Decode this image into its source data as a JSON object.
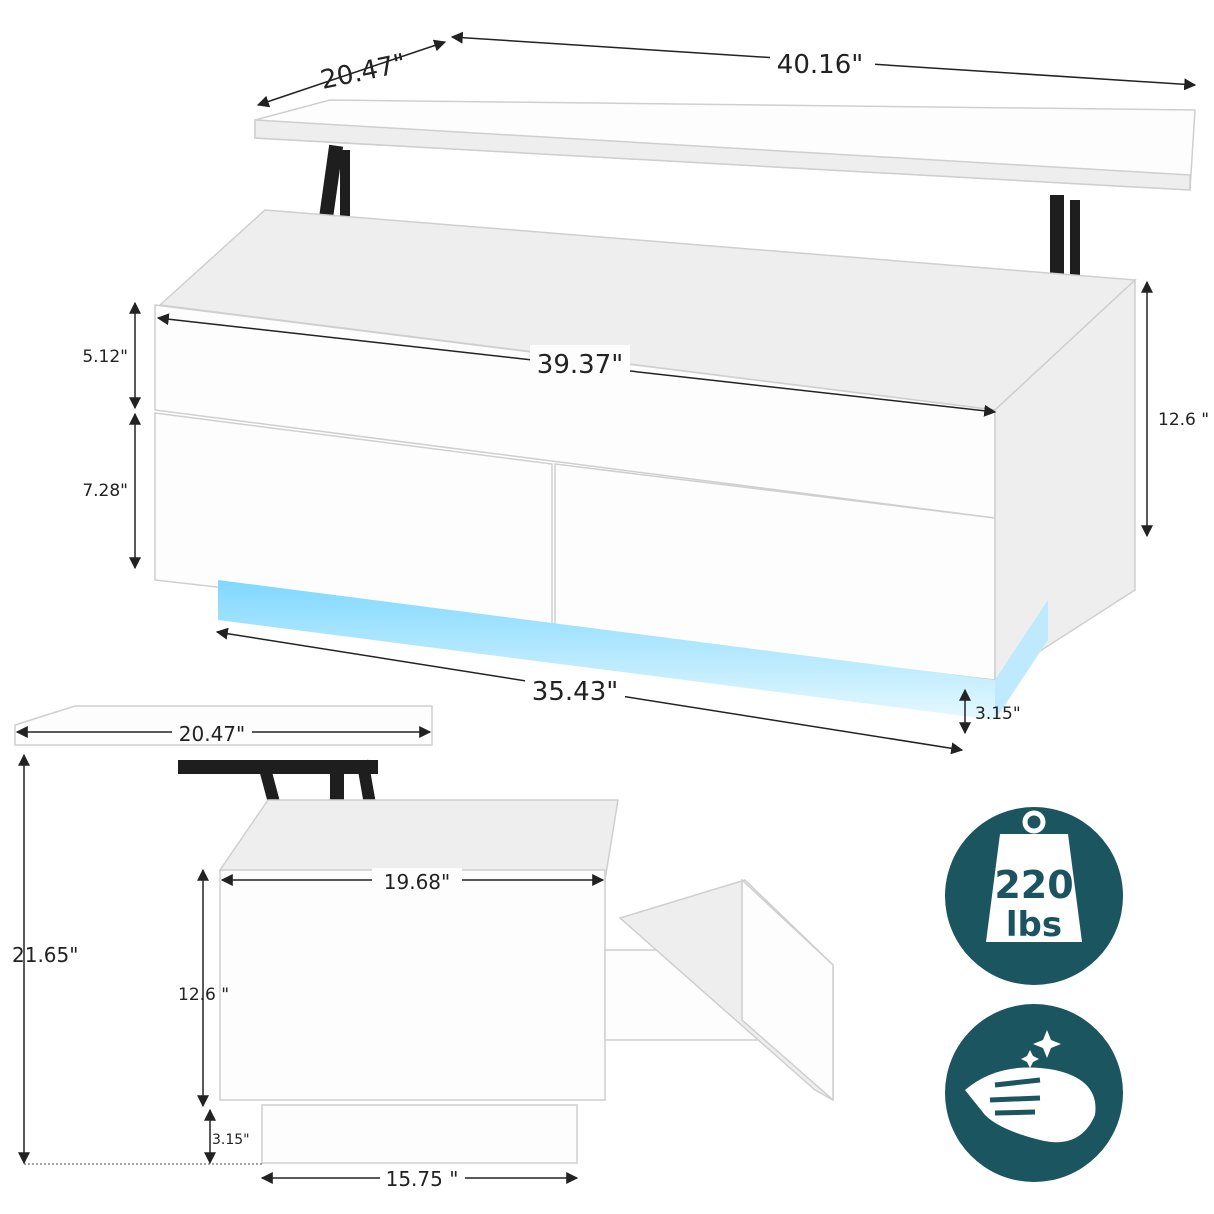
{
  "colors": {
    "badge": "#1b5560",
    "led": "#9fe3ff",
    "table": "#fdfdfd"
  },
  "top_view": {
    "top_depth": "20.47\"",
    "top_width": "40.16\"",
    "upper_drawer_height": "5.12\"",
    "body_width": "39.37\"",
    "body_height": "12.6 \"",
    "lower_drawer_height": "7.28\"",
    "base_width": "35.43\"",
    "base_height": "3.15\""
  },
  "side_view": {
    "top_depth": "20.47\"",
    "total_height": "21.65\"",
    "body_depth": "19.68\"",
    "body_height": "12.6 \"",
    "base_height": "3.15\"",
    "base_depth": "15.75 \""
  },
  "badges": {
    "weight": {
      "icon": "weight-icon",
      "value": "220",
      "unit": "lbs"
    },
    "clean": {
      "icon": "wipe-clean-icon"
    }
  }
}
